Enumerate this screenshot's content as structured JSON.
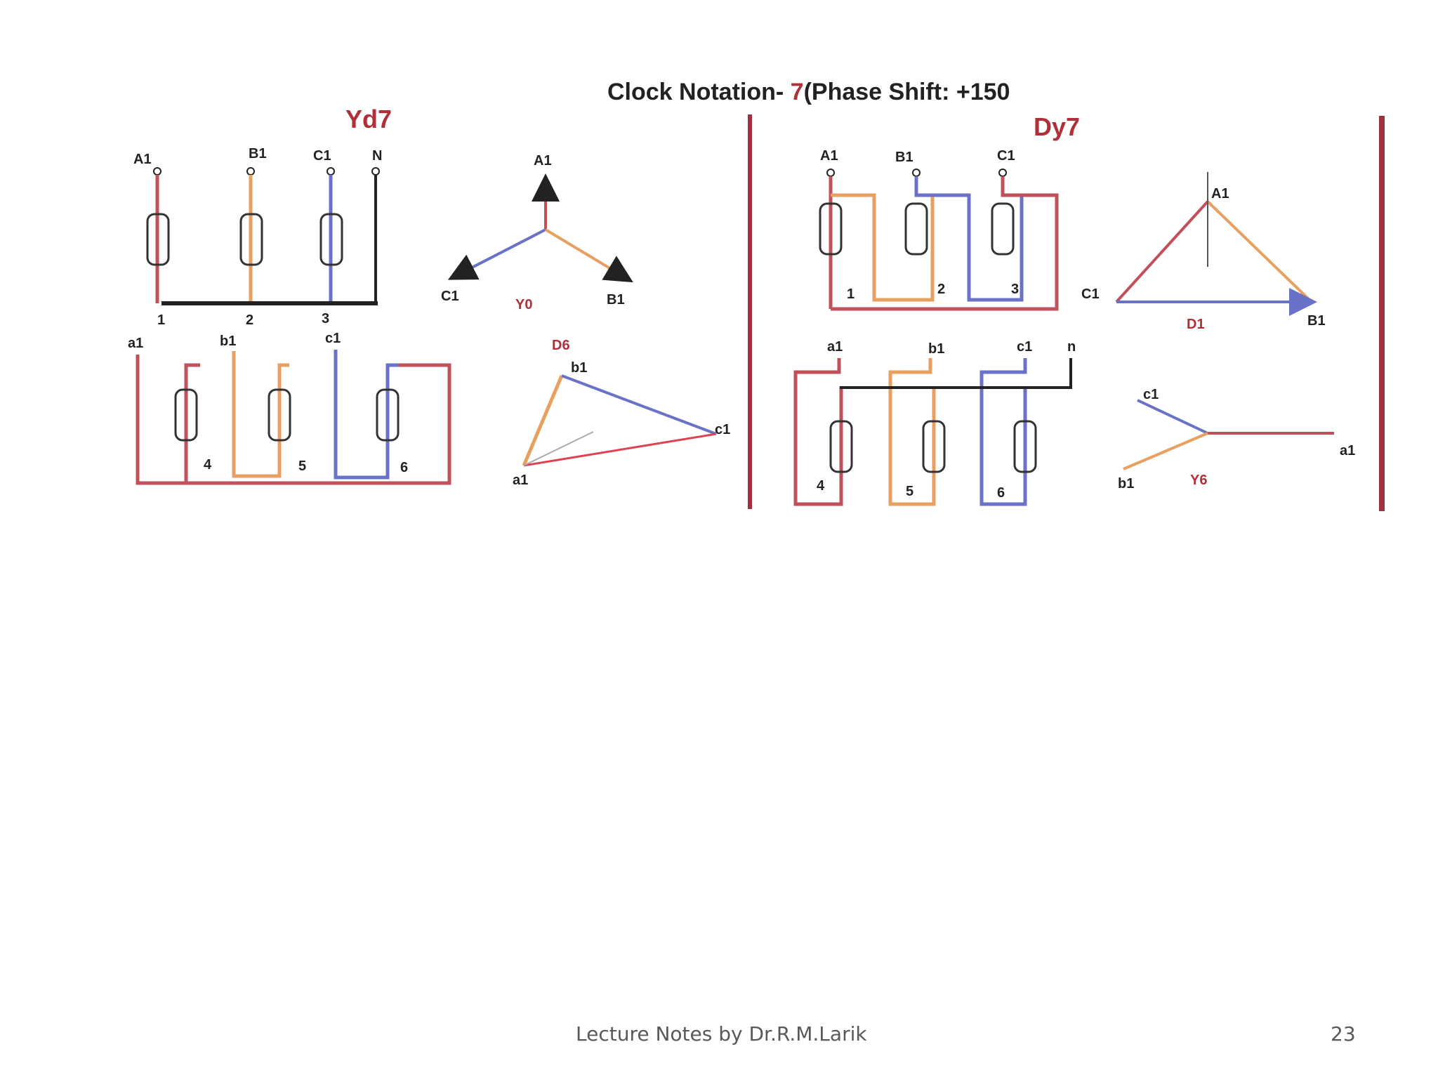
{
  "header": {
    "title_prefix": "Clock Notation- ",
    "title_number": "7",
    "title_suffix": "(Phase Shift:  +150"
  },
  "yd7": {
    "title": "Yd7",
    "primary_terminals": [
      "A1",
      "B1",
      "C1",
      "N"
    ],
    "primary_nodes": [
      "1",
      "2",
      "3"
    ],
    "secondary_terminals": [
      "a1",
      "b1",
      "c1"
    ],
    "secondary_nodes": [
      "4",
      "5",
      "6"
    ],
    "star_phasor": {
      "label": "Y0",
      "a": "A1",
      "b": "B1",
      "c": "C1"
    },
    "delta_phasor": {
      "label": "D6",
      "a": "a1",
      "b": "b1",
      "c": "c1"
    }
  },
  "dy7": {
    "title": "Dy7",
    "primary_terminals": [
      "A1",
      "B1",
      "C1"
    ],
    "primary_nodes": [
      "1",
      "2",
      "3"
    ],
    "secondary_terminals": [
      "a1",
      "b1",
      "c1",
      "n"
    ],
    "secondary_nodes": [
      "4",
      "5",
      "6"
    ],
    "delta_phasor": {
      "label": "D1",
      "a": "A1",
      "b": "B1",
      "c": "C1"
    },
    "star_phasor": {
      "label": "Y6",
      "a": "a1",
      "b": "b1",
      "c": "c1"
    }
  },
  "colors": {
    "phase_a": "#c0505a",
    "phase_b": "#e8a060",
    "phase_c": "#6a72c8",
    "neutral": "#222222",
    "title_red": "#b0303a",
    "separator": "#a03040"
  },
  "footer": {
    "text": "Lecture Notes by Dr.R.M.Larik",
    "page": "23"
  }
}
